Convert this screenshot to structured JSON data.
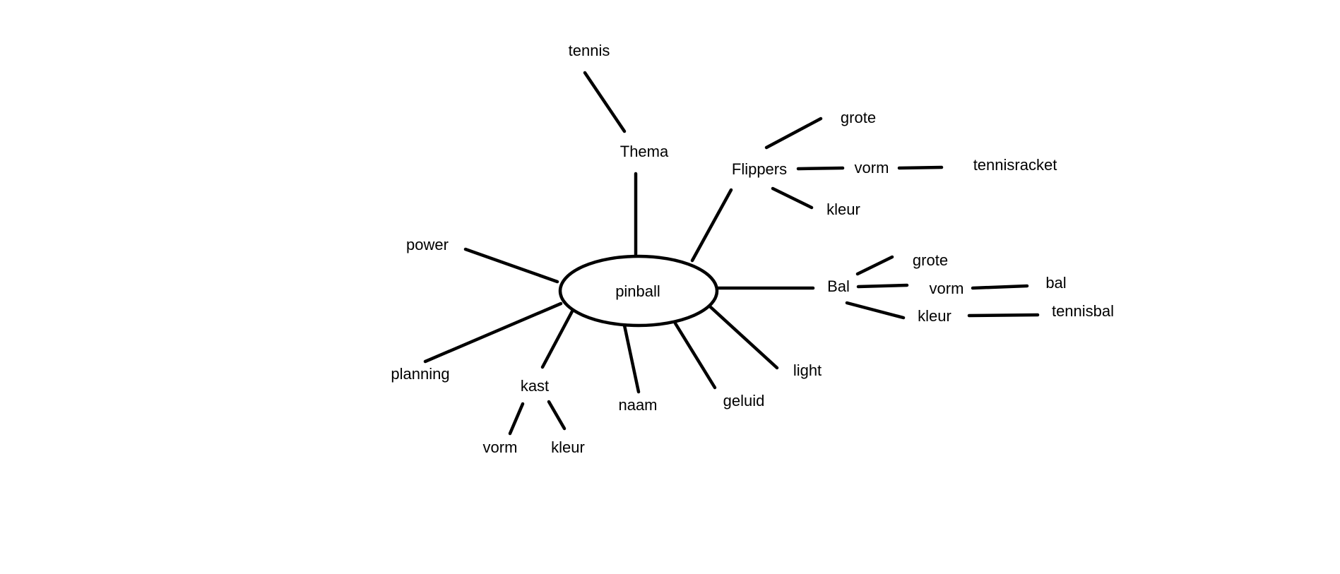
{
  "diagram": {
    "center": "pinball",
    "nodes": {
      "thema": "Thema",
      "tennis": "tennis",
      "flippers": "Flippers",
      "flippers_grote": "grote",
      "flippers_vorm": "vorm",
      "tennisracket": "tennisracket",
      "flippers_kleur": "kleur",
      "power": "power",
      "bal": "Bal",
      "bal_grote": "grote",
      "bal_vorm": "vorm",
      "bal_vorm_value": "bal",
      "bal_kleur": "kleur",
      "tennisbal": "tennisbal",
      "planning": "planning",
      "kast": "kast",
      "kast_vorm": "vorm",
      "kast_kleur": "kleur",
      "naam": "naam",
      "geluid": "geluid",
      "light": "light"
    },
    "edges": [
      [
        "center",
        "thema"
      ],
      [
        "thema",
        "tennis"
      ],
      [
        "center",
        "flippers"
      ],
      [
        "flippers",
        "flippers_grote"
      ],
      [
        "flippers",
        "flippers_vorm"
      ],
      [
        "flippers_vorm",
        "tennisracket"
      ],
      [
        "flippers",
        "flippers_kleur"
      ],
      [
        "center",
        "power"
      ],
      [
        "center",
        "bal"
      ],
      [
        "bal",
        "bal_grote"
      ],
      [
        "bal",
        "bal_vorm"
      ],
      [
        "bal_vorm",
        "bal_vorm_value"
      ],
      [
        "bal",
        "bal_kleur"
      ],
      [
        "bal_kleur",
        "tennisbal"
      ],
      [
        "center",
        "planning"
      ],
      [
        "center",
        "kast"
      ],
      [
        "kast",
        "kast_vorm"
      ],
      [
        "kast",
        "kast_kleur"
      ],
      [
        "center",
        "naam"
      ],
      [
        "center",
        "geluid"
      ],
      [
        "center",
        "light"
      ]
    ],
    "colors": {
      "ink": "#000000",
      "background": "#ffffff"
    }
  }
}
